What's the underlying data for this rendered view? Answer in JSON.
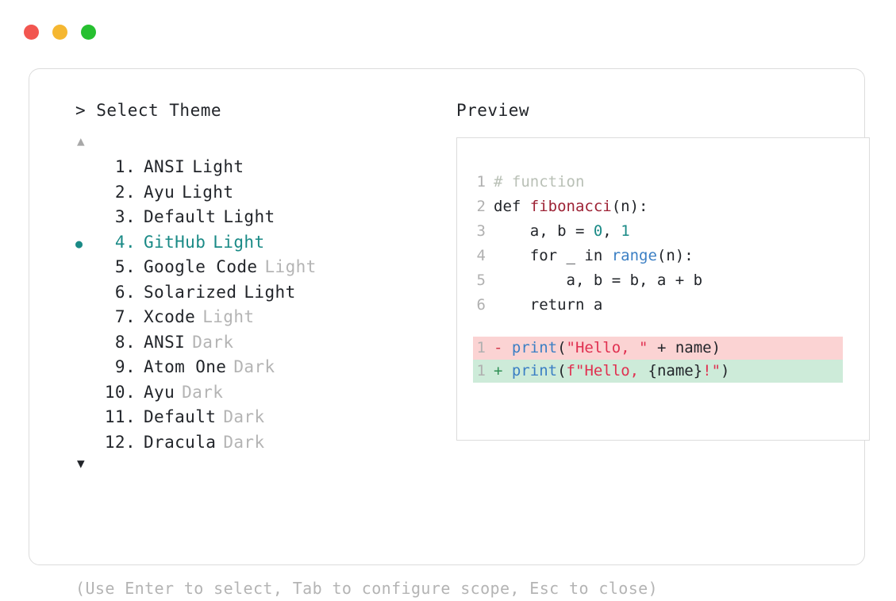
{
  "window": {
    "traffic_lights": [
      {
        "name": "close-button",
        "color": "#f25650"
      },
      {
        "name": "minimize-button",
        "color": "#f5b731"
      },
      {
        "name": "maximize-button",
        "color": "#26c030"
      }
    ]
  },
  "selector": {
    "prompt": "> Select Theme",
    "scroll_up_indicator": "▲",
    "scroll_down_indicator": "▼",
    "selected_index": 4,
    "selected_bullet": "●",
    "accent_color": "#1a8a86",
    "items": [
      {
        "number": "1.",
        "name": "ANSI",
        "variant": "Light",
        "variant_muted": false,
        "selected": false
      },
      {
        "number": "2.",
        "name": "Ayu",
        "variant": "Light",
        "variant_muted": false,
        "selected": false
      },
      {
        "number": "3.",
        "name": "Default",
        "variant": "Light",
        "variant_muted": false,
        "selected": false
      },
      {
        "number": "4.",
        "name": "GitHub",
        "variant": "Light",
        "variant_muted": false,
        "selected": true
      },
      {
        "number": "5.",
        "name": "Google Code",
        "variant": "Light",
        "variant_muted": true,
        "selected": false
      },
      {
        "number": "6.",
        "name": "Solarized",
        "variant": "Light",
        "variant_muted": false,
        "selected": false
      },
      {
        "number": "7.",
        "name": "Xcode",
        "variant": "Light",
        "variant_muted": true,
        "selected": false
      },
      {
        "number": "8.",
        "name": "ANSI",
        "variant": "Dark",
        "variant_muted": true,
        "selected": false
      },
      {
        "number": "9.",
        "name": "Atom One",
        "variant": "Dark",
        "variant_muted": true,
        "selected": false
      },
      {
        "number": "10.",
        "name": "Ayu",
        "variant": "Dark",
        "variant_muted": true,
        "selected": false
      },
      {
        "number": "11.",
        "name": "Default",
        "variant": "Dark",
        "variant_muted": true,
        "selected": false
      },
      {
        "number": "12.",
        "name": "Dracula",
        "variant": "Dark",
        "variant_muted": true,
        "selected": false
      }
    ]
  },
  "preview": {
    "title": "Preview",
    "code_lines": [
      {
        "num": "1",
        "tokens": [
          {
            "t": "# function",
            "c": "tok-comment"
          }
        ]
      },
      {
        "num": "2",
        "tokens": [
          {
            "t": "def ",
            "c": "tok-kw"
          },
          {
            "t": "fibonacci",
            "c": "tok-fn"
          },
          {
            "t": "(n):",
            "c": "tok-plain"
          }
        ]
      },
      {
        "num": "3",
        "tokens": [
          {
            "t": "    a, b = ",
            "c": "tok-plain"
          },
          {
            "t": "0",
            "c": "tok-num"
          },
          {
            "t": ", ",
            "c": "tok-plain"
          },
          {
            "t": "1",
            "c": "tok-num"
          }
        ]
      },
      {
        "num": "4",
        "tokens": [
          {
            "t": "    for _ in ",
            "c": "tok-plain"
          },
          {
            "t": "range",
            "c": "tok-builtin"
          },
          {
            "t": "(n):",
            "c": "tok-plain"
          }
        ]
      },
      {
        "num": "5",
        "tokens": [
          {
            "t": "        a, b = b, a + b",
            "c": "tok-plain"
          }
        ]
      },
      {
        "num": "6",
        "tokens": [
          {
            "t": "    return a",
            "c": "tok-plain"
          }
        ]
      }
    ],
    "diff_lines": [
      {
        "num": "1",
        "kind": "del",
        "sign": "-",
        "tokens": [
          {
            "t": "print",
            "c": "tok-print"
          },
          {
            "t": "(",
            "c": "tok-plain"
          },
          {
            "t": "\"Hello, \"",
            "c": "tok-str"
          },
          {
            "t": " + name)",
            "c": "tok-plain"
          }
        ]
      },
      {
        "num": "1",
        "kind": "add",
        "sign": "+",
        "tokens": [
          {
            "t": "print",
            "c": "tok-print"
          },
          {
            "t": "(",
            "c": "tok-plain"
          },
          {
            "t": "f",
            "c": "tok-fprefix"
          },
          {
            "t": "\"Hello, ",
            "c": "tok-str"
          },
          {
            "t": "{name}",
            "c": "tok-brace"
          },
          {
            "t": "!\"",
            "c": "tok-str"
          },
          {
            "t": ")",
            "c": "tok-plain"
          }
        ]
      }
    ]
  },
  "footer": {
    "hint": "(Use Enter to select, Tab to configure scope, Esc to close)"
  }
}
